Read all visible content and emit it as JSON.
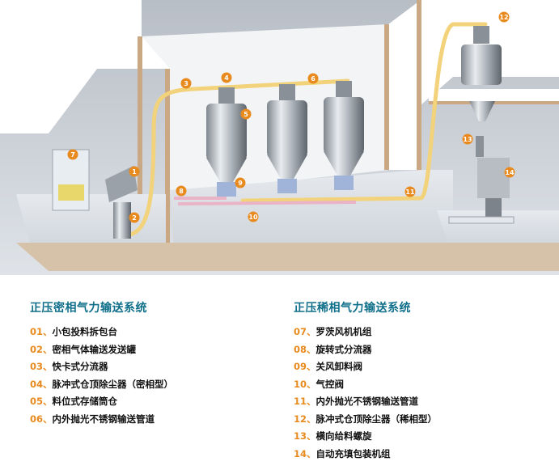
{
  "diagram": {
    "markers": [
      "1",
      "2",
      "3",
      "4",
      "5",
      "6",
      "7",
      "8",
      "9",
      "10",
      "11",
      "12",
      "13",
      "14"
    ]
  },
  "legend_left": {
    "title": "正压密相气力输送系统",
    "items": [
      {
        "num": "01、",
        "text": "小包投料拆包台"
      },
      {
        "num": "02、",
        "text": "密相气体输送发送罐"
      },
      {
        "num": "03、",
        "text": "快卡式分流器"
      },
      {
        "num": "04、",
        "text": "脉冲式仓顶除尘器（密相型）"
      },
      {
        "num": "05、",
        "text": "料位式存储筒仓"
      },
      {
        "num": "06、",
        "text": "内外抛光不锈钢输送管道"
      }
    ]
  },
  "legend_right": {
    "title": "正压稀相气力输送系统",
    "items": [
      {
        "num": "07、",
        "text": "罗茨风机机组"
      },
      {
        "num": "08、",
        "text": "旋转式分流器"
      },
      {
        "num": "09、",
        "text": "关风卸料阀"
      },
      {
        "num": "10、",
        "text": "气控阀"
      },
      {
        "num": "11、",
        "text": "内外抛光不锈钢输送管道"
      },
      {
        "num": "12、",
        "text": "脉冲式仓顶除尘器（稀相型）"
      },
      {
        "num": "13、",
        "text": "横向给料螺旋"
      },
      {
        "num": "14、",
        "text": "自动充填包装机组"
      }
    ]
  },
  "colors": {
    "accent_title": "#0f6f8a",
    "marker": "#e88a1e",
    "pipe": "#f2d27a",
    "floor": "#d9dee4",
    "wall": "#ffffff",
    "wall_edge": "#c9a883",
    "sky": "#c7ccd2"
  }
}
